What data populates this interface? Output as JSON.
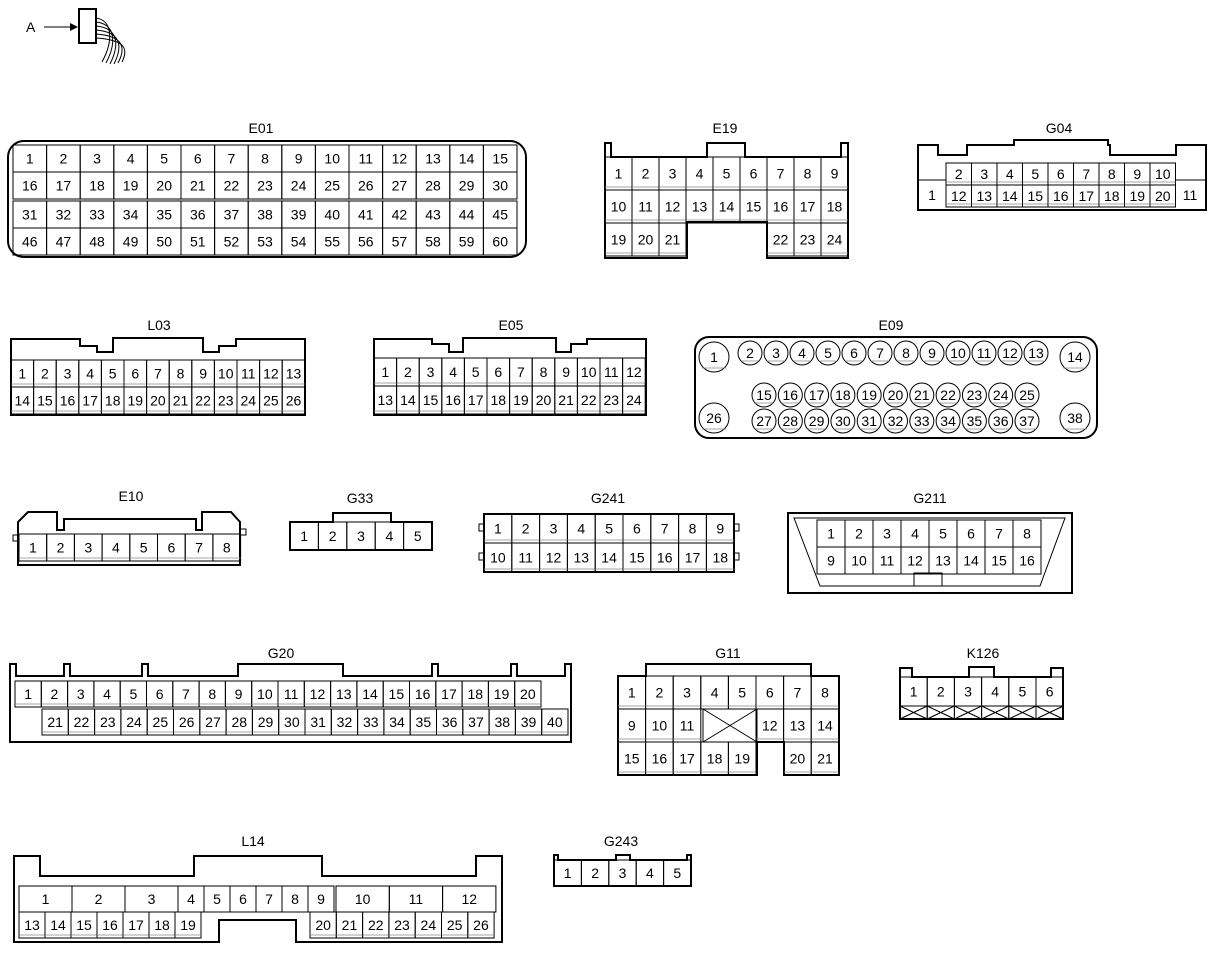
{
  "legend": {
    "view_label": "A"
  },
  "connectors": {
    "E01": {
      "title": "E01",
      "rows": [
        [
          "1",
          "2",
          "3",
          "4",
          "5",
          "6",
          "7",
          "8",
          "9",
          "10",
          "11",
          "12",
          "13",
          "14",
          "15"
        ],
        [
          "16",
          "17",
          "18",
          "19",
          "20",
          "21",
          "22",
          "23",
          "24",
          "25",
          "26",
          "27",
          "28",
          "29",
          "30"
        ],
        [
          "31",
          "32",
          "33",
          "34",
          "35",
          "36",
          "37",
          "38",
          "39",
          "40",
          "41",
          "42",
          "43",
          "44",
          "45"
        ],
        [
          "46",
          "47",
          "48",
          "49",
          "50",
          "51",
          "52",
          "53",
          "54",
          "55",
          "56",
          "57",
          "58",
          "59",
          "60"
        ]
      ]
    },
    "E19": {
      "title": "E19",
      "rows": [
        [
          "1",
          "2",
          "3",
          "4",
          "5",
          "6",
          "7",
          "8",
          "9"
        ],
        [
          "10",
          "11",
          "12",
          "13",
          "14",
          "15",
          "16",
          "17",
          "18"
        ],
        [
          "19",
          "20",
          "21",
          "",
          "",
          "",
          "22",
          "23",
          "24"
        ]
      ]
    },
    "G04": {
      "title": "G04",
      "left": "1",
      "right": "11",
      "rows": [
        [
          "2",
          "3",
          "4",
          "5",
          "6",
          "7",
          "8",
          "9",
          "10"
        ],
        [
          "12",
          "13",
          "14",
          "15",
          "16",
          "17",
          "18",
          "19",
          "20"
        ]
      ]
    },
    "L03": {
      "title": "L03",
      "rows": [
        [
          "1",
          "2",
          "3",
          "4",
          "5",
          "6",
          "7",
          "8",
          "9",
          "10",
          "11",
          "12",
          "13"
        ],
        [
          "14",
          "15",
          "16",
          "17",
          "18",
          "19",
          "20",
          "21",
          "22",
          "23",
          "24",
          "25",
          "26"
        ]
      ]
    },
    "E05": {
      "title": "E05",
      "rows": [
        [
          "1",
          "2",
          "3",
          "4",
          "5",
          "6",
          "7",
          "8",
          "9",
          "10",
          "11",
          "12"
        ],
        [
          "13",
          "14",
          "15",
          "16",
          "17",
          "18",
          "19",
          "20",
          "21",
          "22",
          "23",
          "24"
        ]
      ]
    },
    "E09": {
      "title": "E09",
      "corners": [
        "1",
        "14",
        "26",
        "38"
      ],
      "rows": [
        [
          "2",
          "3",
          "4",
          "5",
          "6",
          "7",
          "8",
          "9",
          "10",
          "11",
          "12",
          "13"
        ],
        [
          "15",
          "16",
          "17",
          "18",
          "19",
          "20",
          "21",
          "22",
          "23",
          "24",
          "25"
        ],
        [
          "27",
          "28",
          "29",
          "30",
          "31",
          "32",
          "33",
          "34",
          "35",
          "36",
          "37"
        ]
      ]
    },
    "E10": {
      "title": "E10",
      "pins": [
        "1",
        "2",
        "3",
        "4",
        "5",
        "6",
        "7",
        "8"
      ]
    },
    "G33": {
      "title": "G33",
      "pins": [
        "1",
        "2",
        "3",
        "4",
        "5"
      ]
    },
    "G241": {
      "title": "G241",
      "rows": [
        [
          "1",
          "2",
          "3",
          "4",
          "5",
          "6",
          "7",
          "8",
          "9"
        ],
        [
          "10",
          "11",
          "12",
          "13",
          "14",
          "15",
          "16",
          "17",
          "18"
        ]
      ]
    },
    "G211": {
      "title": "G211",
      "rows": [
        [
          "1",
          "2",
          "3",
          "4",
          "5",
          "6",
          "7",
          "8"
        ],
        [
          "9",
          "10",
          "11",
          "12",
          "13",
          "14",
          "15",
          "16"
        ]
      ]
    },
    "G20": {
      "title": "G20",
      "rows": [
        [
          "1",
          "2",
          "3",
          "4",
          "5",
          "6",
          "7",
          "8",
          "9",
          "10",
          "11",
          "12",
          "13",
          "14",
          "15",
          "16",
          "17",
          "18",
          "19",
          "20"
        ],
        [
          "21",
          "22",
          "23",
          "24",
          "25",
          "26",
          "27",
          "28",
          "29",
          "30",
          "31",
          "32",
          "33",
          "34",
          "35",
          "36",
          "37",
          "38",
          "39",
          "40"
        ]
      ]
    },
    "G11": {
      "title": "G11",
      "rows": [
        [
          "1",
          "2",
          "3",
          "4",
          "5",
          "6",
          "7",
          "8"
        ],
        [
          "9",
          "10",
          "11",
          "",
          "",
          "12",
          "13",
          "14"
        ],
        [
          "15",
          "16",
          "17",
          "18",
          "19",
          "",
          "20",
          "21"
        ]
      ]
    },
    "K126": {
      "title": "K126",
      "pins": [
        "1",
        "2",
        "3",
        "4",
        "5",
        "6"
      ]
    },
    "L14": {
      "title": "L14",
      "top_left": [
        "1",
        "2",
        "3"
      ],
      "top_mid": [
        "4",
        "5",
        "6",
        "7",
        "8",
        "9"
      ],
      "top_right": [
        "10",
        "11",
        "12"
      ],
      "bottom_left": [
        "13",
        "14",
        "15",
        "16",
        "17",
        "18",
        "19"
      ],
      "bottom_right": [
        "20",
        "21",
        "22",
        "23",
        "24",
        "25",
        "26"
      ]
    },
    "G243": {
      "title": "G243",
      "pins": [
        "1",
        "2",
        "3",
        "4",
        "5"
      ]
    }
  }
}
